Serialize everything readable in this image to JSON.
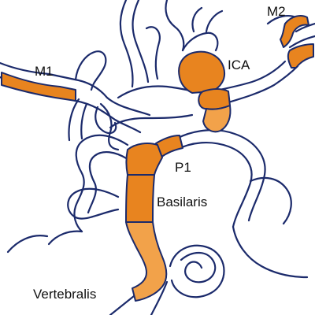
{
  "colors": {
    "outline": "#1b2a6b",
    "highlight_dark": "#e8841f",
    "highlight_light": "#f2a24a",
    "background": "#ffffff"
  },
  "labels": {
    "m1": "M1",
    "m2": "M2",
    "ica": "ICA",
    "p1": "P1",
    "basilaris": "Basilaris",
    "vertebralis": "Vertebralis"
  }
}
